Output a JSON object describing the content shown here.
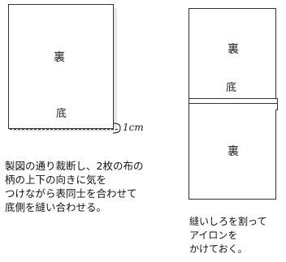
{
  "left_diagram": {
    "label_back": "裏",
    "label_bottom": "底",
    "seam_allowance": "1cm",
    "caption": "製図の通り裁断し、2枚の布の\n柄の上下の向きに気を\nつけながら表同士を合わせて\n底側を縫い合わせる。"
  },
  "right_diagram": {
    "label_back": "裏",
    "label_bottom": "底",
    "label_lower": "裏",
    "caption": "縫いしろを割って\nアイロンを\nかけておく。"
  }
}
